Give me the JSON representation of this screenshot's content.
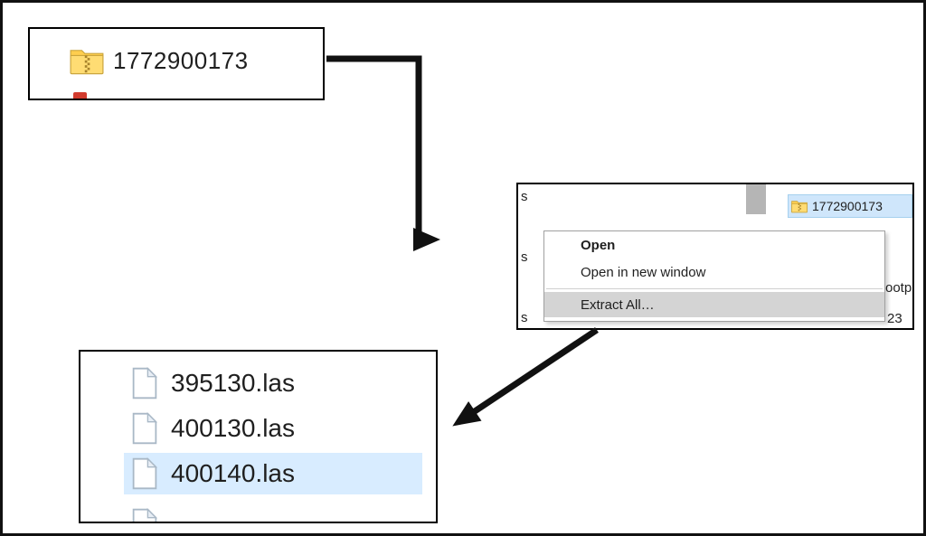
{
  "zip_box": {
    "filename": "1772900173"
  },
  "explorer": {
    "selected_file": "1772900173",
    "truncated_left": [
      "s",
      "s",
      "s"
    ],
    "truncated_right": [
      "ootp",
      "23"
    ],
    "context_menu": {
      "open": "Open",
      "open_new_window": "Open in new window",
      "extract_all": "Extract All…"
    }
  },
  "files_box": {
    "files": [
      {
        "name": "395130.las",
        "selected": false
      },
      {
        "name": "400130.las",
        "selected": false
      },
      {
        "name": "400140.las",
        "selected": true
      }
    ]
  },
  "colors": {
    "selection_blue": "#cfe6fb",
    "row_highlight_blue": "#d8ecff",
    "menu_highlight_gray": "#d4d4d4",
    "arrow_black": "#111111",
    "zip_yellow": "#ffdc73"
  }
}
